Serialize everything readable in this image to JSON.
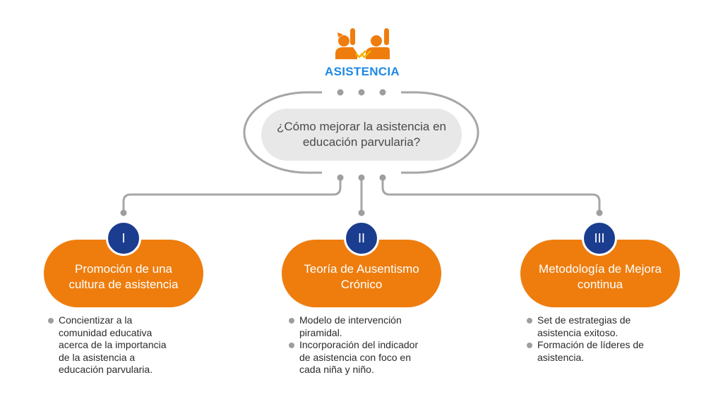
{
  "logo": {
    "text": "ASISTENCIA",
    "icon": "raised-hands-icon",
    "colors": {
      "figures": "#ee7d0e",
      "text": "#1e88e5",
      "check": "#f6b400"
    }
  },
  "question": {
    "text": "¿Cómo mejorar la asistencia en educación parvularia?"
  },
  "pillars": [
    {
      "number": "I",
      "title": "Promoción de una cultura de asistencia",
      "bullets": [
        "Concientizar a la\ncomunidad educativa\nacerca de la  importancia\nde la asistencia a\neducación parvularia."
      ]
    },
    {
      "number": "II",
      "title": "Teoría de Ausentismo Crónico",
      "bullets": [
        "Modelo de intervención\npiramidal.",
        "Incorporación del  indicador\nde asistencia con foco en\ncada niña y niño."
      ]
    },
    {
      "number": "III",
      "title": "Metodología de Mejora continua",
      "bullets": [
        "Set de estrategias de\nasistencia exitoso.",
        "Formación de líderes de\nasistencia."
      ]
    }
  ],
  "colors": {
    "pill": "#ee7d0e",
    "number_badge": "#1b3d8f",
    "question_bg": "#e8e8e8",
    "connector": "#a6a6a6",
    "bullet_dot": "#9e9e9e"
  }
}
